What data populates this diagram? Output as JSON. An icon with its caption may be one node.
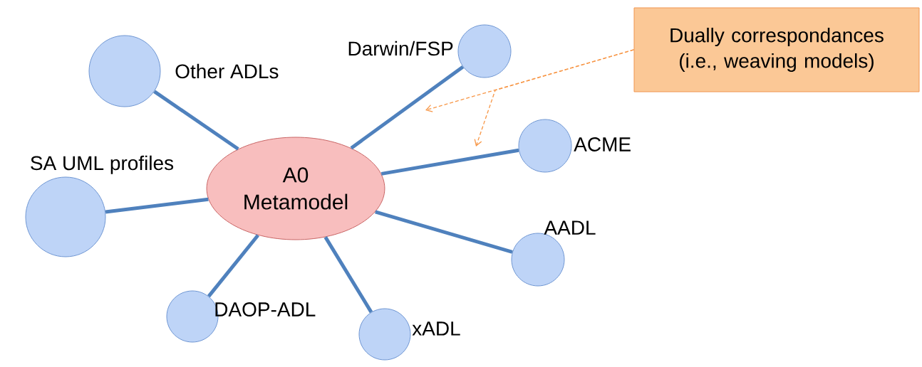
{
  "diagram": {
    "nodes": [
      {
        "text": [
          "A0 Metamodel"
        ]
      },
      {
        "text": [],
        "shape": "circle",
        "beside": [
          "Other ADLs"
        ]
      },
      {
        "text": [],
        "shape": "circle",
        "beside": [
          "Darwin/FSP"
        ]
      },
      {
        "text": [
          "Dually correspondances (i.e., weaving models)"
        ]
      },
      {
        "text": [],
        "shape": "circle",
        "beside": [
          "ACME"
        ]
      },
      {
        "text": [],
        "shape": "circle",
        "beside": [
          "SA UML profiles"
        ]
      },
      {
        "text": [],
        "shape": "circle",
        "beside": [
          "AADL"
        ]
      },
      {
        "text": [],
        "shape": "circle",
        "beside": [
          "DAOP-ADL"
        ]
      },
      {
        "text": [],
        "shape": "circle",
        "beside": [
          "xADL"
        ]
      }
    ],
    "edges": [
      {
        "from": 0,
        "to": 1,
        "arrow": "none"
      },
      {
        "from": 0,
        "to": 2,
        "arrow": "none"
      },
      {
        "from": 0,
        "to": 4,
        "arrow": "none"
      },
      {
        "from": 0,
        "to": 5,
        "arrow": "none"
      },
      {
        "from": 0,
        "to": 6,
        "arrow": "none"
      },
      {
        "from": 0,
        "to": 7,
        "arrow": "none"
      },
      {
        "from": 0,
        "to": 8,
        "arrow": "none"
      },
      {
        "from": 3,
        "to": null,
        "arrow": "to",
        "style": "dashed",
        "color": "#f79646"
      },
      {
        "from": 3,
        "to": null,
        "arrow": "to",
        "style": "dashed",
        "color": "#f79646"
      }
    ]
  }
}
